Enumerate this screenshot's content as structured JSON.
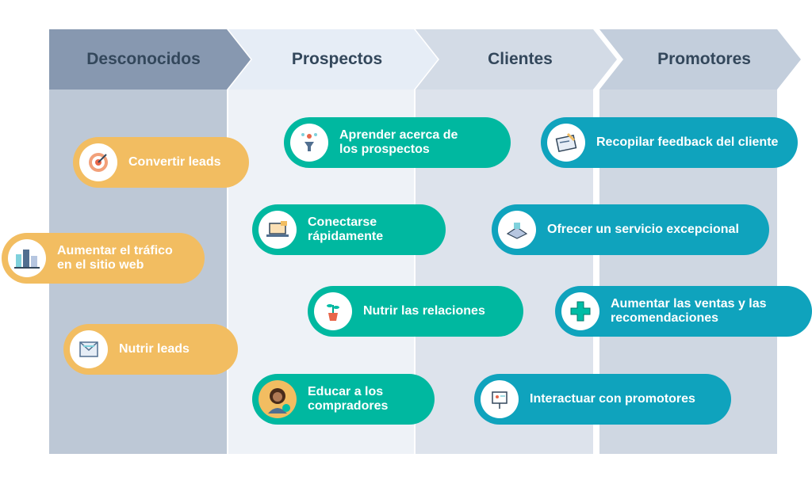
{
  "stages": [
    {
      "label": "Desconocidos",
      "color": "#8798b0"
    },
    {
      "label": "Prospectos",
      "color": "#e6edf6"
    },
    {
      "label": "Clientes",
      "color": "#d3dbe6"
    },
    {
      "label": "Promotores",
      "color": "#c3cedc"
    }
  ],
  "actions": {
    "convertir": {
      "lines": [
        "Convertir leads"
      ],
      "icon": "target-icon"
    },
    "trafico": {
      "lines": [
        "Aumentar el tráfico",
        "en el sitio web"
      ],
      "icon": "city-icon"
    },
    "nutrir_leads": {
      "lines": [
        "Nutrir leads"
      ],
      "icon": "email-icon"
    },
    "aprender": {
      "lines": [
        "Aprender acerca de",
        "los prospectos"
      ],
      "icon": "person-network-icon"
    },
    "conectarse": {
      "lines": [
        "Conectarse",
        "rápidamente"
      ],
      "icon": "laptop-icon"
    },
    "nutrir_rel": {
      "lines": [
        "Nutrir las relaciones"
      ],
      "icon": "plant-icon"
    },
    "educar": {
      "lines": [
        "Educar a los",
        "compradores"
      ],
      "icon": "avatar-icon"
    },
    "feedback": {
      "lines": [
        "Recopilar feedback del cliente"
      ],
      "icon": "clipboard-icon"
    },
    "servicio": {
      "lines": [
        "Ofrecer un servicio excepcional"
      ],
      "icon": "service-icon"
    },
    "ventas": {
      "lines": [
        "Aumentar las ventas y las",
        "recomendaciones"
      ],
      "icon": "cross-icon"
    },
    "promotores": {
      "lines": [
        "Interactuar con promotores"
      ],
      "icon": "board-icon"
    }
  }
}
